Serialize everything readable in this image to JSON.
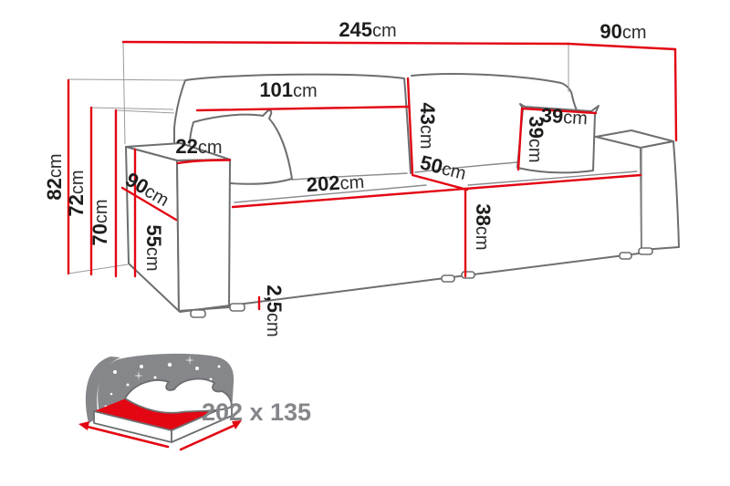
{
  "diagram_title": "sofa-dimensions-diagram",
  "dims": {
    "total_width": {
      "value": "245",
      "unit": "cm"
    },
    "total_depth": {
      "value": "90",
      "unit": "cm"
    },
    "total_height": {
      "value": "82",
      "unit": "cm"
    },
    "backrest_height": {
      "value": "72",
      "unit": "cm"
    },
    "cushion_top_height": {
      "value": "70",
      "unit": "cm"
    },
    "armrest_height": {
      "value": "55",
      "unit": "cm"
    },
    "armrest_width": {
      "value": "22",
      "unit": "cm"
    },
    "armrest_depth": {
      "value": "90",
      "unit": "cm"
    },
    "back_cushion_width": {
      "value": "101",
      "unit": "cm"
    },
    "back_cushion_height": {
      "value": "43",
      "unit": "cm"
    },
    "seat_depth": {
      "value": "50",
      "unit": "cm"
    },
    "seat_width": {
      "value": "202",
      "unit": "cm"
    },
    "seat_front_height": {
      "value": "38",
      "unit": "cm"
    },
    "pillow_width": {
      "value": "39",
      "unit": "cm"
    },
    "pillow_height": {
      "value": "39",
      "unit": "cm"
    },
    "leg_height": {
      "value": "2,5",
      "unit": "cm"
    }
  },
  "sleeping_area": {
    "label": "202 x 135"
  },
  "colors": {
    "dimension_red": "#e30613",
    "outline_gray": "#6d6e70",
    "icon_gray": "#85878a",
    "text_dark": "#1d1d1b"
  }
}
